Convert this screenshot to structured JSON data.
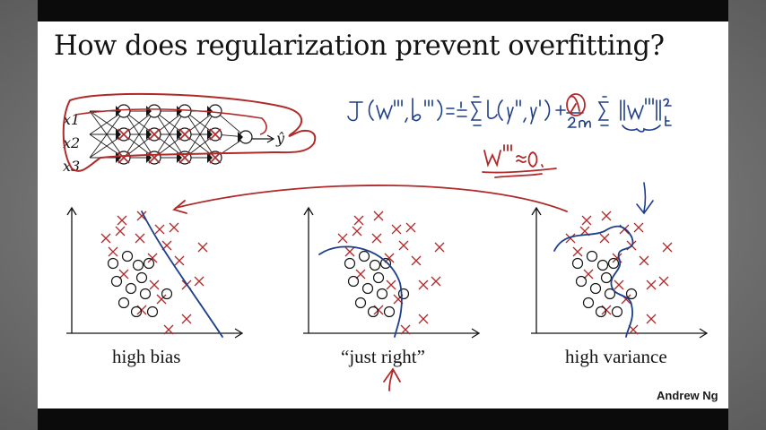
{
  "slide": {
    "title": "How does regularization prevent overfitting?",
    "author": "Andrew Ng"
  },
  "network": {
    "inputs": [
      "x1",
      "x2",
      "x3"
    ],
    "output": "ŷ"
  },
  "annotations": {
    "cost_function": "J(W[l], b[l]) = 1/m Σ(i=1..m) L(ŷ(i), y(i)) + λ/2m Σ(l=1..L) ||W[l]||²_F",
    "weights_to_zero": "W[l] ≈ 0"
  },
  "chart_data": [
    {
      "type": "scatter",
      "caption": "high bias",
      "series": [
        {
          "marker": "x",
          "count": 20
        },
        {
          "marker": "o",
          "count": 12
        }
      ],
      "boundary": "linear"
    },
    {
      "type": "scatter",
      "caption": "“just right”",
      "series": [
        {
          "marker": "x",
          "count": 20
        },
        {
          "marker": "o",
          "count": 12
        }
      ],
      "boundary": "smooth-curve"
    },
    {
      "type": "scatter",
      "caption": "high variance",
      "series": [
        {
          "marker": "x",
          "count": 20
        },
        {
          "marker": "o",
          "count": 12
        }
      ],
      "boundary": "wiggly-curve"
    }
  ],
  "colors": {
    "ink_red": "#b02a2a",
    "ink_blue": "#1d3f8a",
    "ink_black": "#141414"
  }
}
